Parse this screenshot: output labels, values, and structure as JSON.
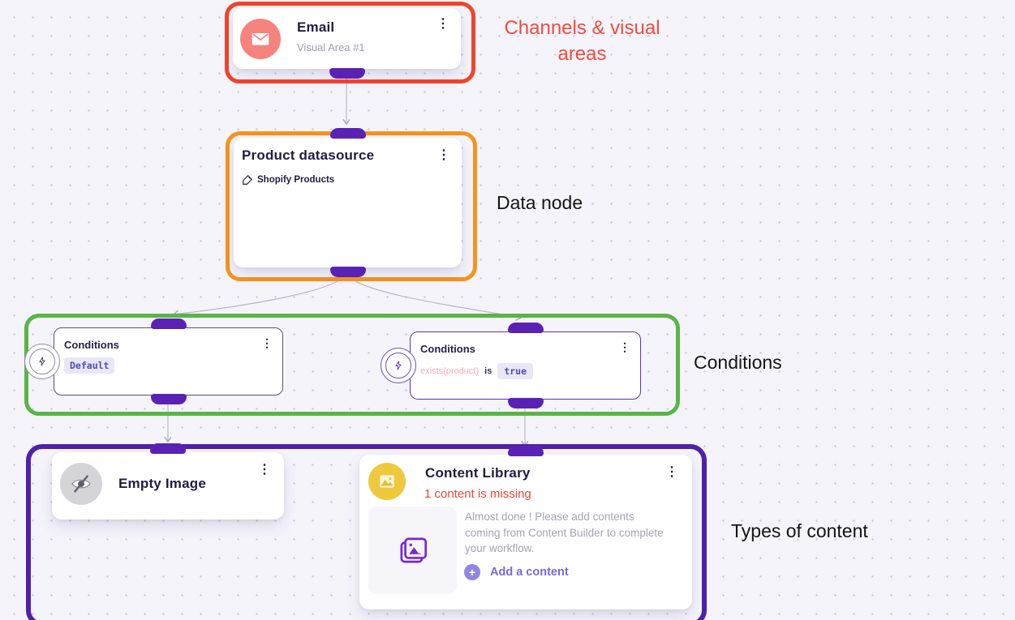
{
  "ui": {
    "menu_icon": "⋮",
    "plus_icon": "+"
  },
  "annotations": {
    "channels": {
      "label": "Channels & visual areas",
      "color": "#f4493e"
    },
    "data_node": {
      "label": "Data node"
    },
    "conditions": {
      "label": "Conditions"
    },
    "types_of_content": {
      "label": "Types of content"
    }
  },
  "nodes": {
    "email": {
      "title": "Email",
      "subtitle": "Visual Area #1"
    },
    "product_datasource": {
      "title": "Product datasource",
      "source": "Shopify Products"
    },
    "condition_default": {
      "title": "Conditions",
      "badge": "Default"
    },
    "condition_exists": {
      "title": "Conditions",
      "expression": "exists(product)",
      "operator": "is",
      "value": "true"
    },
    "empty_image": {
      "title": "Empty Image"
    },
    "content_library": {
      "title": "Content Library",
      "warning": "1 content is missing",
      "message": "Almost done ! Please add contents coming from Content Builder to complete your workflow.",
      "add_label": "Add a content"
    }
  },
  "colors": {
    "background": "#f5f4fb",
    "ring_red": "#f5422c",
    "ring_orange": "#f7941e",
    "ring_green": "#5ab546",
    "ring_purple": "#4e22a8",
    "connector_handle": "#5a22b4",
    "email_icon_bg": "#f6837d",
    "library_icon_bg": "#efc93d",
    "empty_image_icon_bg": "#d5d4d9",
    "warning_red": "#e9473a",
    "accent_purple": "#7a6ad8",
    "badge_bg": "#e9e7f5",
    "badge_text": "#514bb8",
    "edge_gray": "#b9b7c6"
  }
}
